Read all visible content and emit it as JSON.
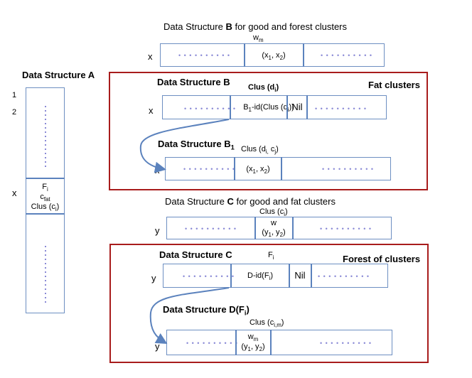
{
  "top_title": {
    "prefix": "Data Structure",
    "letter": "B",
    "suffix": "for good and forest clusters"
  },
  "top_row": {
    "row_label": "x",
    "header": "w",
    "header_sub": "m",
    "cell_a": "(x",
    "cell_b": ", x",
    "cell_c": ")",
    "s1": "1",
    "s2": "2"
  },
  "struct_a": {
    "title": "Data Structure  A",
    "index1": "1",
    "index2": "2",
    "row_label": "x",
    "cell_f": "F",
    "cell_f_sub": "i",
    "cell_c": "c",
    "cell_c_sub": "fat",
    "cell_clus": "Clus (c",
    "cell_clus_sub": "i",
    "cell_clus_end": ")"
  },
  "fat_frame": {
    "label": "Fat clusters",
    "b_title": "Data Structure  B",
    "b_header": "Clus (d",
    "b_header_sub": "i",
    "b_header_end": ")",
    "b_row_label": "x",
    "b_cell": "B",
    "b_cell_sub": "1",
    "b_cell_rest": "-id(Clus (d",
    "b_cell_sub2": "i",
    "b_cell_end": "))",
    "b_nil": "Nil",
    "b1_title": "Data Structure  B",
    "b1_title_sub": "1",
    "b1_header": "Clus (d",
    "b1_header_sub": "i,",
    "b1_header_mid": " c",
    "b1_header_sub2": "j",
    "b1_header_end": ")",
    "b1_row_label": "x",
    "b1_cell_a": "(x",
    "b1_cell_b": ", x",
    "b1_cell_c": ")",
    "s1": "1",
    "s2": "2"
  },
  "c_title": {
    "prefix": "Data Structure",
    "letter": "C",
    "suffix": "for good and fat clusters"
  },
  "c_row": {
    "row_label": "y",
    "header": "Clus (c",
    "header_sub": "i",
    "header_end": ")",
    "cell_w": "w",
    "cell_y_a": "(y",
    "cell_y_b": ", y",
    "cell_y_c": ")",
    "s1": "1",
    "s2": "2"
  },
  "forest_frame": {
    "label": "Forest of clusters",
    "c_title": "Data Structure  C",
    "c_header": "F",
    "c_header_sub": "i",
    "c_row_label": "y",
    "c_cell": "D-id(F",
    "c_cell_sub": "i",
    "c_cell_end": ")",
    "c_nil": "Nil",
    "d_title": "Data Structure  D(F",
    "d_title_sub": "i",
    "d_title_end": ")",
    "d_header": "Clus (c",
    "d_header_sub": "i,m",
    "d_header_end": ")",
    "d_row_label": "y",
    "d_cell_w": "w",
    "d_cell_w_sub": "m",
    "d_cell_y_a": "(y",
    "d_cell_y_b": ", y",
    "d_cell_y_c": ")",
    "s1": "1",
    "s2": "2"
  },
  "colors": {
    "frame": "#a81c1c",
    "box_border": "#6d8fc2",
    "arrow": "#5b82bd",
    "dots": "#8a8ad6"
  },
  "dot_glyph": "• • • • • • • • • •"
}
